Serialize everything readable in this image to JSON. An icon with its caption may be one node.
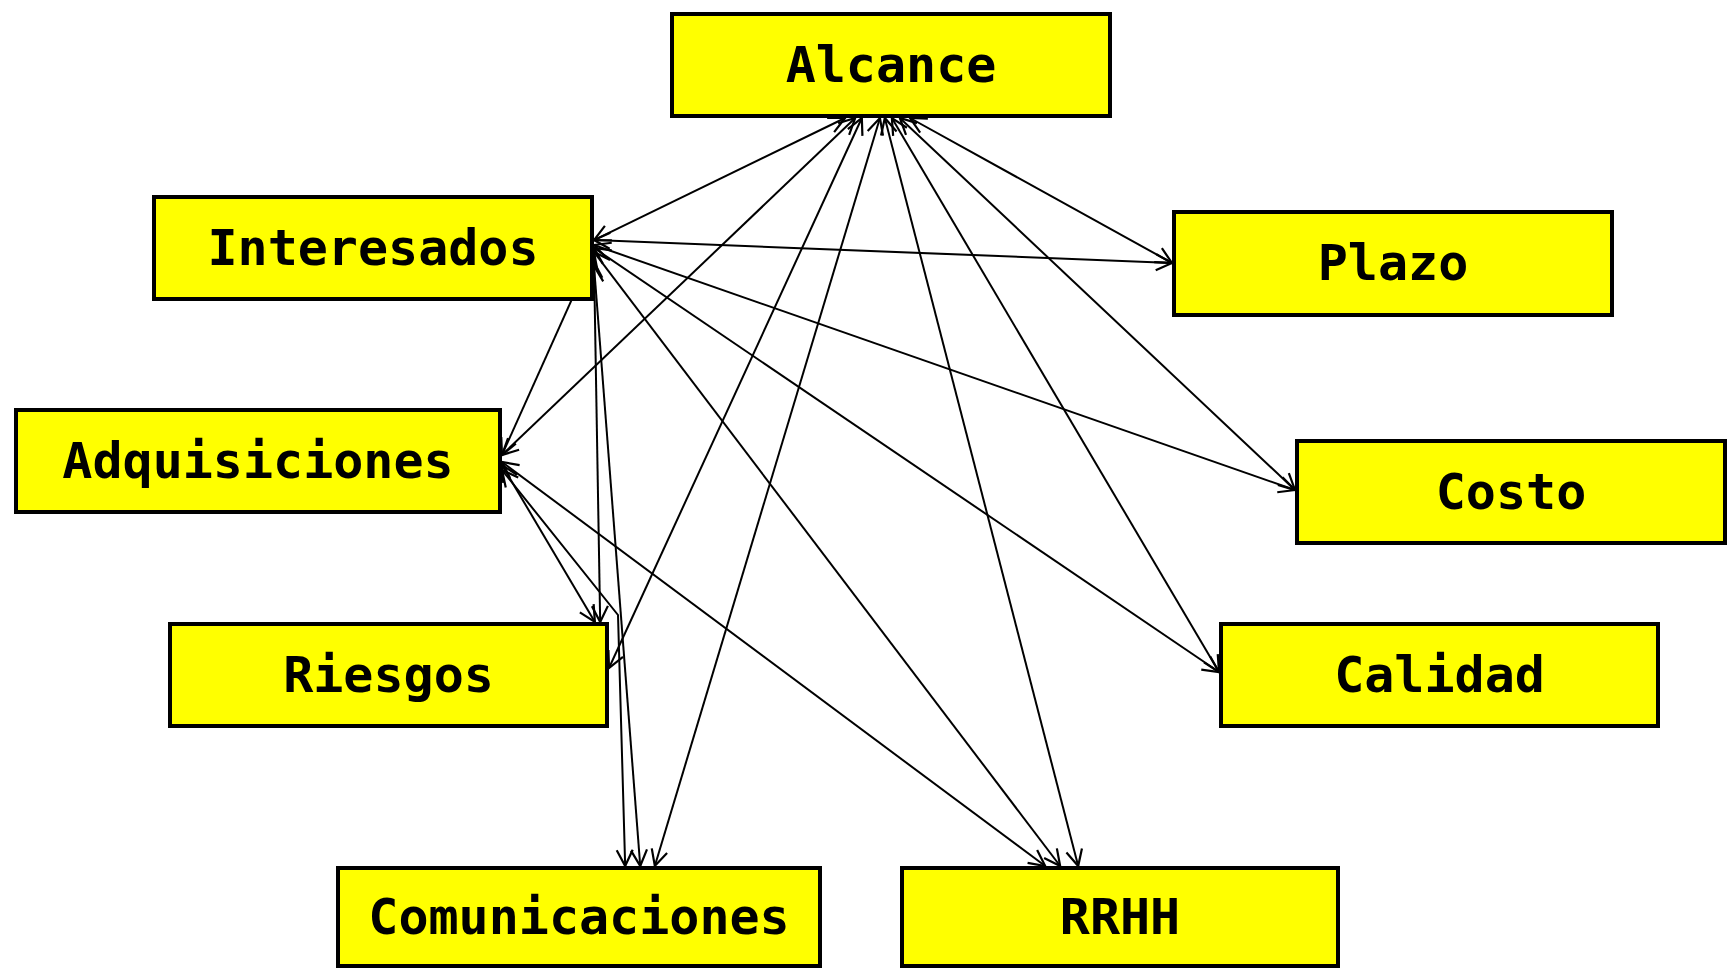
{
  "diagram": {
    "nodes": [
      {
        "text": [
          "Alcance"
        ]
      },
      {
        "text": [
          "Interesados"
        ]
      },
      {
        "text": [
          "Plazo"
        ]
      },
      {
        "text": [
          "Adquisiciones"
        ]
      },
      {
        "text": [
          "Costo"
        ]
      },
      {
        "text": [
          "Riesgos"
        ]
      },
      {
        "text": [
          "Calidad"
        ]
      },
      {
        "text": [
          "Comunicaciones"
        ]
      },
      {
        "text": [
          "RRHH"
        ]
      }
    ],
    "edges": [
      {
        "from": 0,
        "to": 1,
        "arrow": "both"
      },
      {
        "from": 0,
        "to": 3,
        "arrow": "both"
      },
      {
        "from": 0,
        "to": 5,
        "arrow": "both"
      },
      {
        "from": 0,
        "to": 7,
        "arrow": "both"
      },
      {
        "from": 0,
        "to": 8,
        "arrow": "both"
      },
      {
        "from": 0,
        "to": 6,
        "arrow": "both"
      },
      {
        "from": 0,
        "to": 4,
        "arrow": "both"
      },
      {
        "from": 0,
        "to": 2,
        "arrow": "both"
      },
      {
        "from": 1,
        "to": 2,
        "arrow": "both"
      },
      {
        "from": 1,
        "to": 4,
        "arrow": "both"
      },
      {
        "from": 1,
        "to": 6,
        "arrow": "both"
      },
      {
        "from": 1,
        "to": 8,
        "arrow": "both"
      },
      {
        "from": 1,
        "to": 5,
        "arrow": "both"
      },
      {
        "from": 1,
        "to": 7,
        "arrow": "both"
      },
      {
        "from": 1,
        "to": 3,
        "arrow": "both"
      },
      {
        "from": 3,
        "to": 5,
        "arrow": "both"
      },
      {
        "from": 3,
        "to": 7,
        "arrow": "both"
      },
      {
        "from": 3,
        "to": 8,
        "arrow": "both"
      }
    ]
  }
}
